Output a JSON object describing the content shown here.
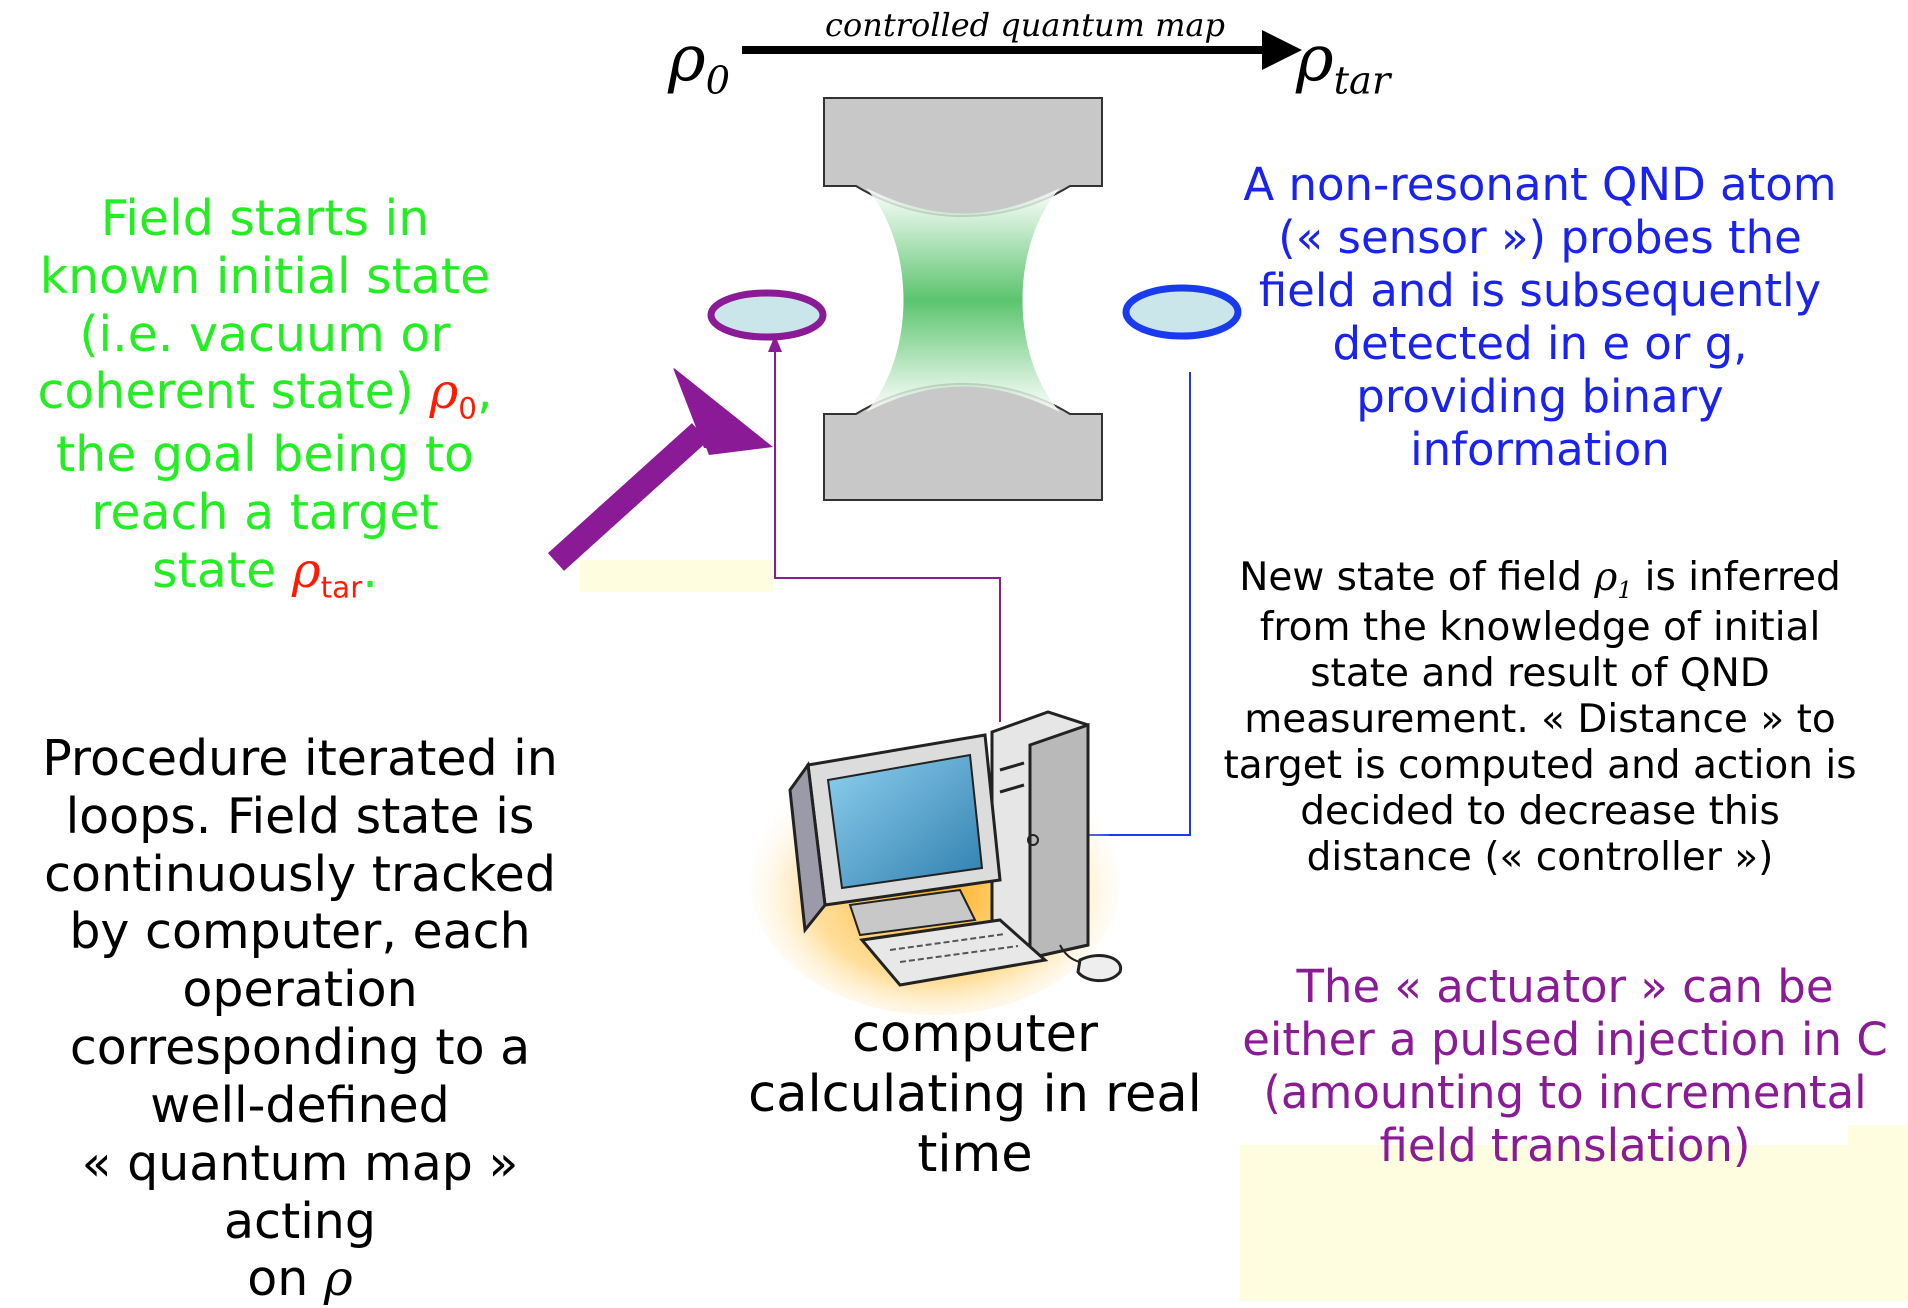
{
  "header": {
    "rho0": "ρ",
    "rho0_sub": "0",
    "map_label": "controlled quantum map",
    "rhotar": "ρ",
    "rhotar_sub": "tar"
  },
  "left_green": {
    "lines": [
      "Field starts in",
      "known initial state",
      "(i.e. vacuum or",
      "coherent state)"
    ],
    "rho0": "ρ",
    "rho0_sub": "0",
    "after_rho0": ",",
    "lines2": [
      "the goal being to",
      "reach a target"
    ],
    "state_prefix": "state",
    "rhotar": "ρ",
    "rhotar_sub": "tar",
    "end": "."
  },
  "left_black": {
    "lines": [
      "Procedure iterated in",
      "loops. Field state is",
      "continuously tracked",
      "by computer, each",
      "operation",
      "corresponding to a",
      "well-defined",
      "« quantum map » acting"
    ],
    "last_prefix": "on",
    "last_rho": "ρ"
  },
  "right_blue": {
    "lines": [
      "A non-resonant QND atom",
      "(« sensor ») probes the",
      "field and is subsequently",
      "detected in e or g,",
      "providing binary",
      "information"
    ]
  },
  "right_black": {
    "line1_prefix": "New state of field",
    "rho1": "ρ",
    "rho1_sub": "1",
    "line1_suffix": "is inferred",
    "lines": [
      "from the knowledge of initial",
      "state and result of QND",
      "measurement. « Distance » to",
      "target is computed and action is",
      "decided to decrease this",
      "distance (« controller »)"
    ]
  },
  "right_purple": {
    "lines": [
      "The « actuator » can be",
      "either a pulsed injection in C",
      "(amounting to incremental",
      "field translation)"
    ]
  },
  "computer": {
    "lines": [
      "computer",
      "calculating in real",
      "time"
    ]
  },
  "colors": {
    "green": "#22ee22",
    "red": "#ff1a00",
    "blue": "#1a22ee",
    "purple": "#8a1a96"
  }
}
